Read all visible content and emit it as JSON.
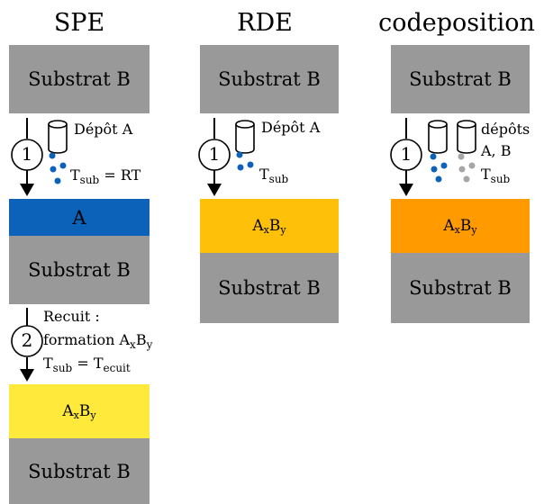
{
  "colors": {
    "substrate": "#999999",
    "layer_a": "#0b62b8",
    "axby_spe": "#ffe93b",
    "axby_rde": "#ffc00a",
    "axby_codep": "#ff9a00",
    "dot_blue": "#0b62b8",
    "dot_gray": "#a6a6a6"
  },
  "columns": {
    "spe": {
      "title": "SPE",
      "substrate_top": "Substrat B",
      "step1": {
        "number": "1",
        "label": "Dépôt A",
        "t_main": "T",
        "t_sub": "sub",
        "t_eq": " = RT"
      },
      "layer_a": "A",
      "substrate_mid": "Substrat B",
      "step2": {
        "number": "2",
        "line1": "Recuit :",
        "line2_pre": "formation A",
        "line2_x": "x",
        "line2_b": "B",
        "line2_y": "y",
        "t_main": "T",
        "t_sub": "sub",
        "t_eq": " = T",
        "t_sub2": "ecuit"
      },
      "axby": {
        "a": "A",
        "x": "x",
        "b": "B",
        "y": "y"
      },
      "substrate_bottom": "Substrat B"
    },
    "rde": {
      "title": "RDE",
      "substrate_top": "Substrat B",
      "step1": {
        "number": "1",
        "label": "Dépôt A",
        "t_main": "T",
        "t_sub": "sub"
      },
      "axby": {
        "a": "A",
        "x": "x",
        "b": "B",
        "y": "y"
      },
      "substrate_bottom": "Substrat B"
    },
    "codep": {
      "title": "codeposition",
      "substrate_top": "Substrat B",
      "step1": {
        "number": "1",
        "label1": "dépôts",
        "label2": "A, B",
        "t_main": "T",
        "t_sub": "sub"
      },
      "axby": {
        "a": "A",
        "x": "x",
        "b": "B",
        "y": "y"
      },
      "substrate_bottom": "Substrat B"
    }
  }
}
